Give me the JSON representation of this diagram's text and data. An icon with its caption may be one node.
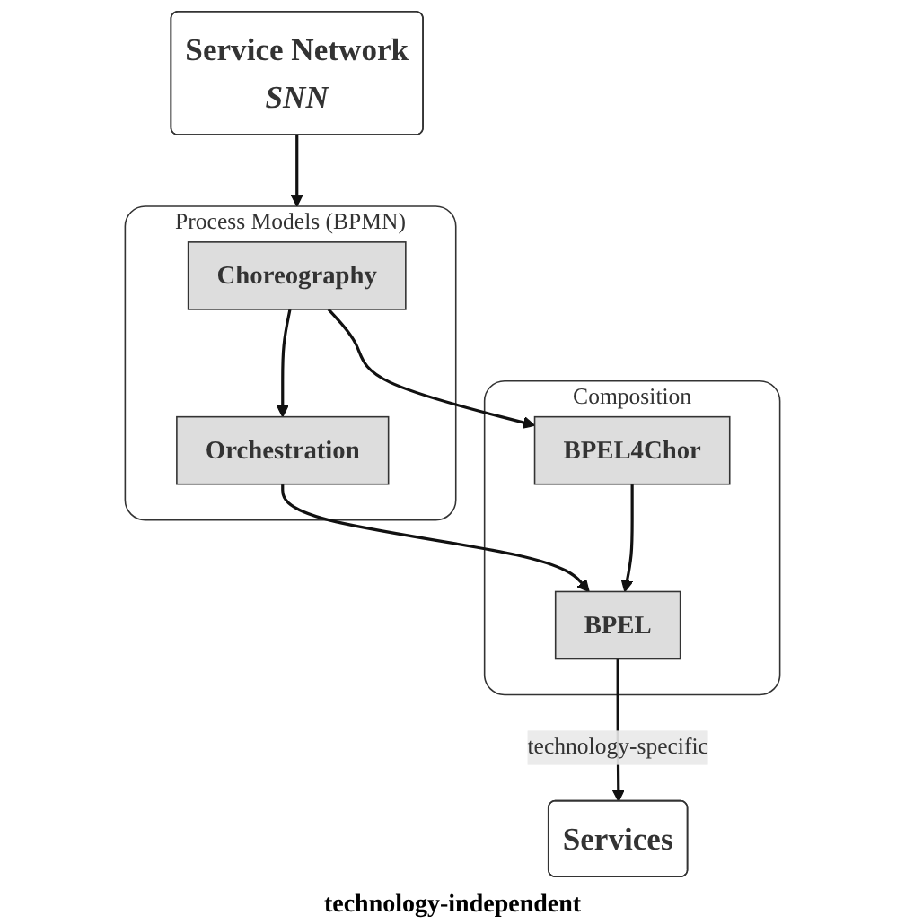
{
  "diagram": {
    "nodes": [
      {
        "text": [
          "Service Network",
          "SNN"
        ]
      },
      {
        "text": [
          "Process Models (BPMN)"
        ]
      },
      {
        "text": [
          "Orchestration"
        ],
        "in": 1
      },
      {
        "text": [
          "Choreography"
        ],
        "in": 1
      },
      {
        "text": [
          "Composition"
        ]
      },
      {
        "text": [
          "BPEL"
        ],
        "in": 4
      },
      {
        "text": [
          "BPEL4Chor"
        ],
        "in": 4
      },
      {
        "text": [
          "Services"
        ]
      }
    ],
    "edges": [
      {
        "from": 0,
        "to": 1,
        "arrow": "to"
      },
      {
        "from": 3,
        "to": 2,
        "arrow": "to"
      },
      {
        "from": 2,
        "to": 5,
        "arrow": "to"
      },
      {
        "from": 3,
        "to": 6,
        "arrow": "to"
      },
      {
        "from": 6,
        "to": 5,
        "arrow": "to"
      },
      {
        "from": 5,
        "to": 7,
        "arrow": "to",
        "label": "technology-specific"
      }
    ],
    "labels": [
      "technology-independent"
    ]
  }
}
